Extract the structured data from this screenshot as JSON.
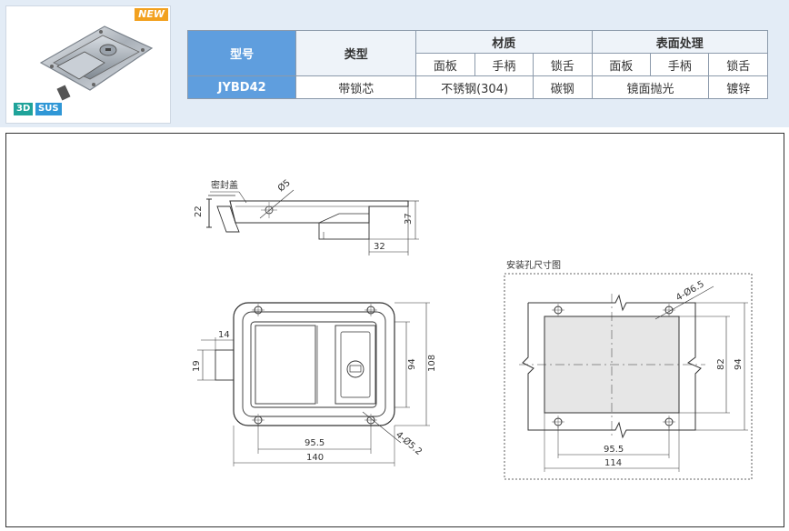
{
  "product": {
    "badge_new": "NEW",
    "badge_3d": "3D",
    "badge_sus": "SUS"
  },
  "spec_table": {
    "h_model": "型号",
    "h_type": "类型",
    "h_material": "材质",
    "h_surface": "表面处理",
    "sub_panel_1": "面板",
    "sub_handle_1": "手柄",
    "sub_tongue_1": "锁舌",
    "sub_panel_2": "面板",
    "sub_handle_2": "手柄",
    "sub_tongue_2": "锁舌",
    "model": "JYBD42",
    "type": "带锁芯",
    "material_panel_handle": "不锈钢(304)",
    "material_tongue": "碳钢",
    "surface_panel_handle": "镜面抛光",
    "surface_tongue": "镀锌"
  },
  "drawing": {
    "seal_label": "密封盖",
    "dim_d5": "Ø5",
    "dim_22": "22",
    "dim_37": "37",
    "dim_32": "32",
    "dim_14": "14",
    "dim_19": "19",
    "dim_94": "94",
    "dim_108": "108",
    "dim_95_5": "95.5",
    "dim_140": "140",
    "dim_holes_front": "4-Ø5.2",
    "cutout_title": "安装孔尺寸图",
    "dim_holes_cut": "4-Ø6.5",
    "dim_82": "82",
    "dim_94_cut": "94",
    "dim_95_5_cut": "95.5",
    "dim_114": "114"
  },
  "colors": {
    "band": "#e3ecf6",
    "header_blue": "#5f9ede",
    "badge_new": "#f2a11f",
    "badge_3d": "#1fa39a",
    "badge_sus": "#2f97d6",
    "cutout_fill": "#e6e6e6"
  }
}
